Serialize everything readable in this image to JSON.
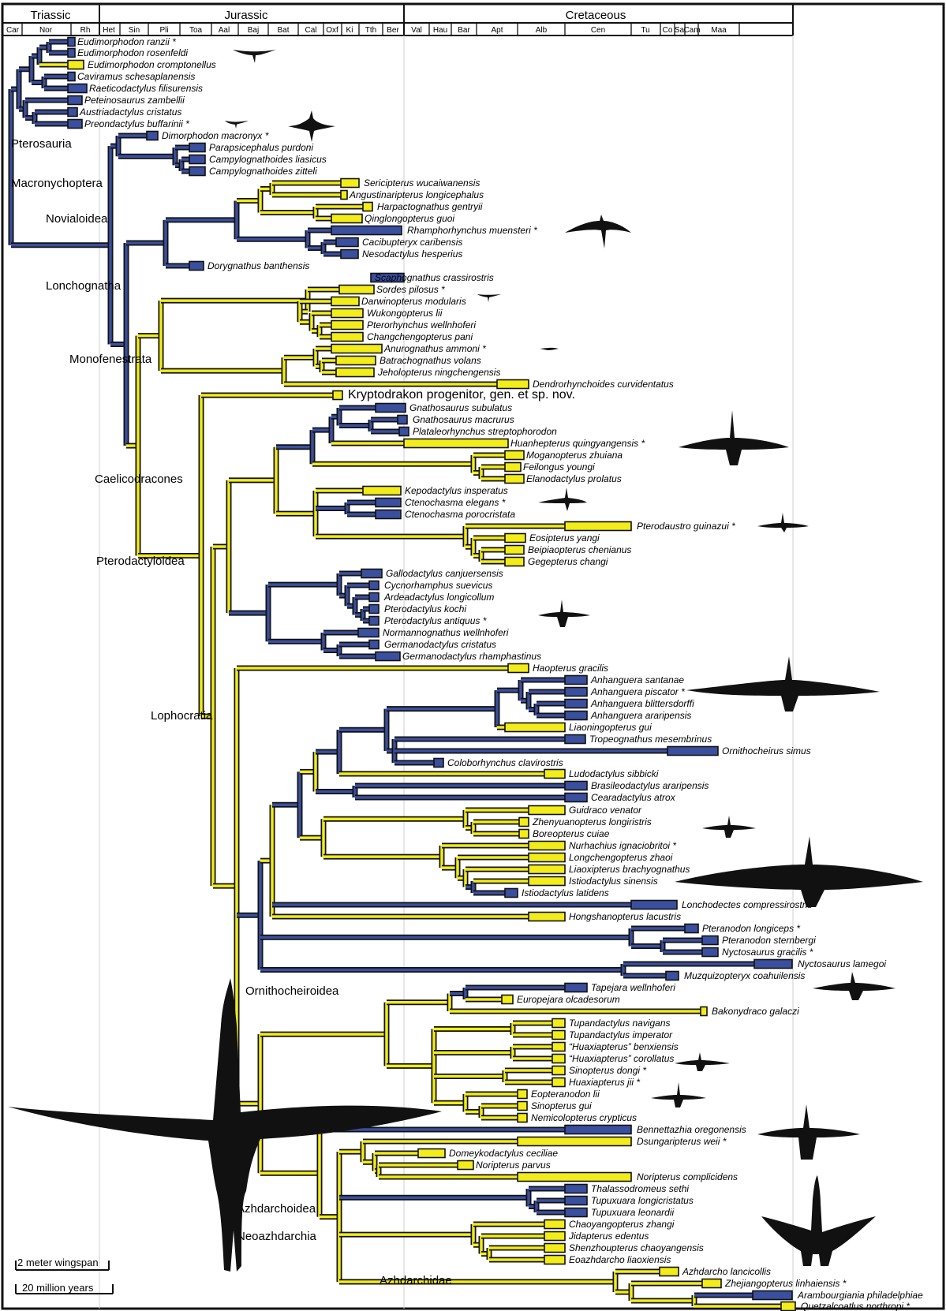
{
  "colors": {
    "ink": "#111111",
    "blue": "#3a4f9e",
    "yellow": "#f2ec1a",
    "sil": "#111111",
    "bg": "#ffffff"
  },
  "time_scale": {
    "periods": [
      "Triassic",
      "Jurassic",
      "Cretaceous"
    ],
    "stages": [
      "Car",
      "Nor",
      "Rh",
      "Het",
      "Sin",
      "Pli",
      "Toa",
      "Aal",
      "Baj",
      "Bat",
      "Cal",
      "Oxf",
      "Ki",
      "Tth",
      "Ber",
      "Val",
      "Hau",
      "Bar",
      "Apt",
      "Alb",
      "Cen",
      "Tu",
      "Co",
      "Sa",
      "Cam",
      "Maa"
    ]
  },
  "taxa": [
    "Eudimorphodon ranzii *",
    "Eudimorphodon rosenfeldi",
    "Eudimorphodon cromptonellus",
    "Caviramus schesaplanensis",
    "Raeticodactylus filisurensis",
    "Peteinosaurus zambellii",
    "Austriadactylus cristatus",
    "Preondactylus buffarinii *",
    "Dimorphodon macronyx *",
    "Parapsicephalus purdoni",
    "Campylognathoides liasicus",
    "Campylognathoides zitteli",
    "Sericipterus wucaiwanensis",
    "Angustinaripterus longicephalus",
    "Harpactognathus gentryii",
    "Qinglongopterus guoi",
    "Rhamphorhynchus muensteri *",
    "Cacibupteryx caribensis",
    "Nesodactylus hesperius",
    "Dorygnathus banthensis",
    "Scaphognathus crassirostris",
    "Sordes pilosus *",
    "Darwinopterus modularis",
    "Wukongopterus lii",
    "Pterorhynchus wellnhoferi",
    "Changchengopterus pani",
    "Anurognathus ammoni *",
    "Batrachognathus volans",
    "Jeholopterus ningchengensis",
    "Dendrorhynchoides curvidentatus",
    "Kryptodrakon progenitor",
    "Gnathosaurus subulatus",
    "Gnathosaurus macrurus",
    "Plataleorhynchus streptophorodon",
    "Huanhepterus quingyangensis *",
    "Moganopterus zhuiana",
    "Feilongus youngi",
    "Elanodactylus prolatus",
    "Kepodactylus insperatus",
    "Ctenochasma elegans *",
    "Ctenochasma porocristata",
    "Pterodaustro guinazui *",
    "Eosipterus yangi",
    "Beipiaopterus chenianus",
    "Gegepterus changi",
    "Gallodactylus canjuersensis",
    "Cycnorhamphus suevicus",
    "Ardeadactylus longicollum",
    "Pterodactylus kochi",
    "Pterodactylus antiquus *",
    "Normannognathus wellnhoferi",
    "Germanodactylus cristatus",
    "Germanodactylus rhamphastinus",
    "Haopterus gracilis",
    "Anhanguera santanae",
    "Anhanguera piscator *",
    "Anhanguera blittersdorffi",
    "Anhanguera araripensis",
    "Liaoningopterus gui",
    "Tropeognathus mesembrinus",
    "Ornithocheirus simus",
    "Coloborhynchus clavirostris",
    "Ludodactylus sibbicki",
    "Brasileodactylus araripensis",
    "Cearadactylus atrox",
    "Guidraco venator",
    "Zhenyuanopterus longiristris",
    "Boreopterus cuiae",
    "Nurhachius ignaciobritoi *",
    "Longchengopterus zhaoi",
    "Liaoxipterus brachyognathus",
    "Istiodactylus sinensis",
    "Istiodactylus latidens",
    "Lonchodectes compressirostris",
    "Hongshanopterus lacustris",
    "Pteranodon longiceps *",
    "Pteranodon sternbergi",
    "Nyctosaurus gracilis *",
    "Nyctosaurus lamegoi",
    "Muzquizopteryx coahuilensis",
    "Tapejara wellnhoferi",
    "Europejara olcadesorum",
    "Bakonydraco galaczi",
    "Tupandactylus navigans",
    "Tupandactylus imperator",
    "“Huaxiapterus” benxiensis",
    "“Huaxiapterus” corollatus",
    "Sinopterus dongi *",
    "Huaxiapterus jii *",
    "Eopteranodon lii",
    "Sinopterus gui",
    "Nemicolopterus crypticus",
    "Bennettazhia oregonensis",
    "Dsungaripterus weii *",
    "Domeykodactylus ceciliae",
    "Noripterus parvus",
    "Noripterus complicidens",
    "Thalassodromeus sethi",
    "Tupuxuara longicristatus",
    "Tupuxuara leonardii",
    "Chaoyangopterus zhangi",
    "Jidapterus edentus",
    "Shenzhoupterus chaoyangensis",
    "Eoazhdarcho liaoxiensis",
    "Azhdarcho lancicollis",
    "Zhejiangopterus linhaiensis *",
    "Arambourgiania philadelphiae",
    "Quetzalcoatlus northropi *"
  ],
  "kryptodrakon_suffix": ", gen. et sp. nov.",
  "clades": [
    "Pterosauria",
    "Macronychoptera",
    "Novialoidea",
    "Lonchognatha",
    "Monofenestrata",
    "Caelicodracones",
    "Pterodactyloidea",
    "Lophocratia",
    "Ornithocheiroidea",
    "Azhdarchoidea",
    "Neoazhdarchia",
    "Azhdarchidae"
  ],
  "scale_bars": {
    "wingspan": "2 meter wingspan",
    "time": "20 million years"
  }
}
